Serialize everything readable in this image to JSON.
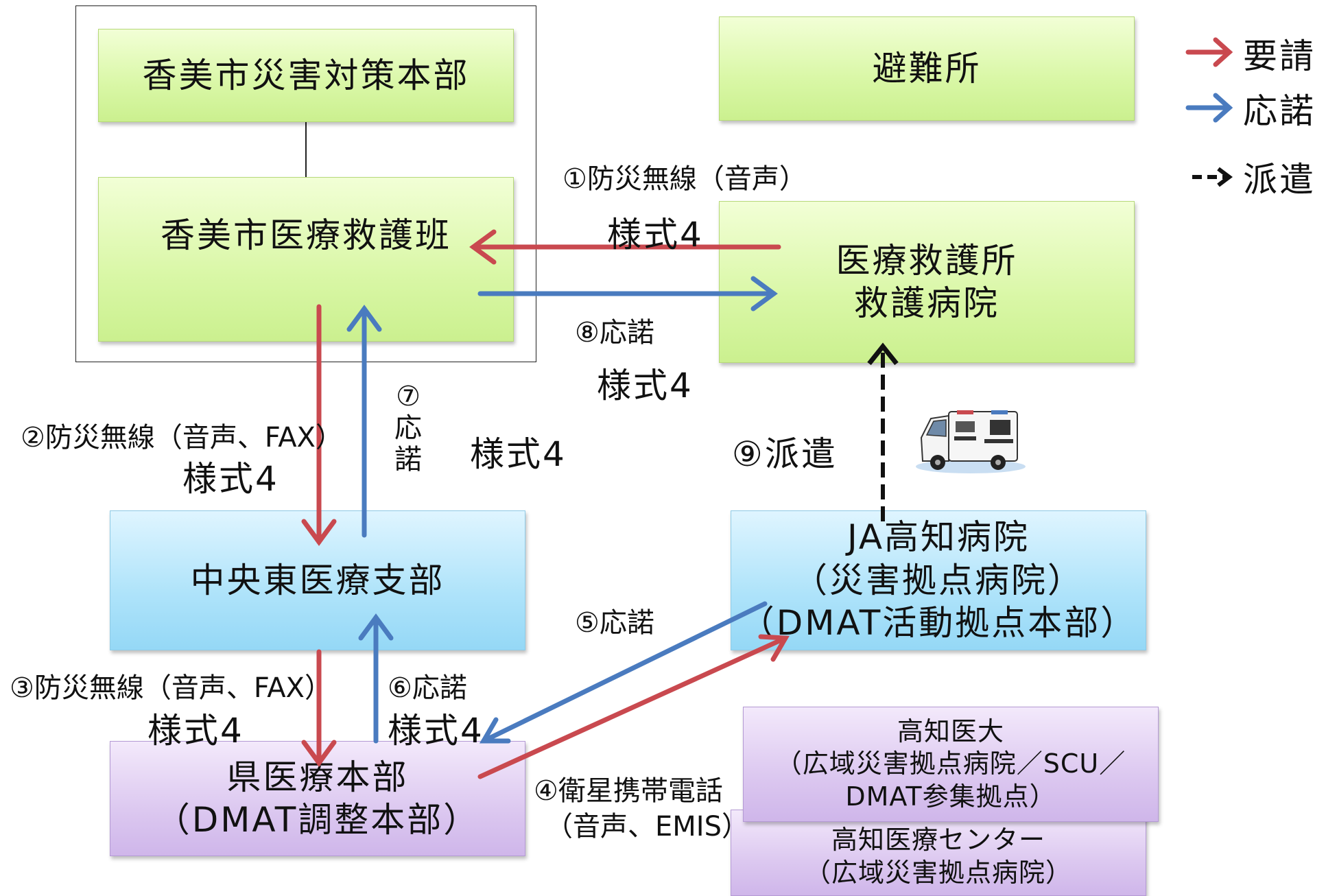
{
  "boxes": {
    "hq": "香美市災害対策本部",
    "medical_team": "香美市医療救護班",
    "shelter": "避難所",
    "aid_station_line1": "医療救護所",
    "aid_station_line2": "救護病院",
    "branch": "中央東医療支部",
    "ja_line1": "JA高知病院",
    "ja_line2": "（災害拠点病院）",
    "ja_line3": "（DMAT活動拠点本部）",
    "pref_line1": "県医療本部",
    "pref_line2": "（DMAT調整本部）",
    "kochi_med_line1": "高知医大",
    "kochi_med_line2": "（広域災害拠点病院／SCU／",
    "kochi_med_line3": "DMAT参集拠点）",
    "kochi_center_line1": "高知医療センター",
    "kochi_center_line2": "（広域災害拠点病院）"
  },
  "labels": {
    "step1": "①防災無線（音声）",
    "step1_form": "様式4",
    "step8": "⑧応諾",
    "step8_form": "様式4",
    "step2": "②防災無線（音声、FAX）",
    "step2_form": "様式4",
    "step7_num": "⑦",
    "step7_a": "応",
    "step7_b": "諾",
    "step7_form": "様式4",
    "step9": "⑨派遣",
    "step5": "⑤応諾",
    "step3": "③防災無線（音声、FAX）",
    "step3_form": "様式4",
    "step6": "⑥応諾",
    "step6_form": "様式4",
    "step4_line1": "④衛星携帯電話",
    "step4_line2": "（音声、EMIS）"
  },
  "legend": {
    "request": "要請",
    "accept": "応諾",
    "dispatch": "派遣"
  },
  "colors": {
    "request_arrow": "#c9494f",
    "accept_arrow": "#4a7bbf",
    "dispatch_arrow": "#111111"
  },
  "icons": {
    "ambulance": "ambulance-icon"
  }
}
